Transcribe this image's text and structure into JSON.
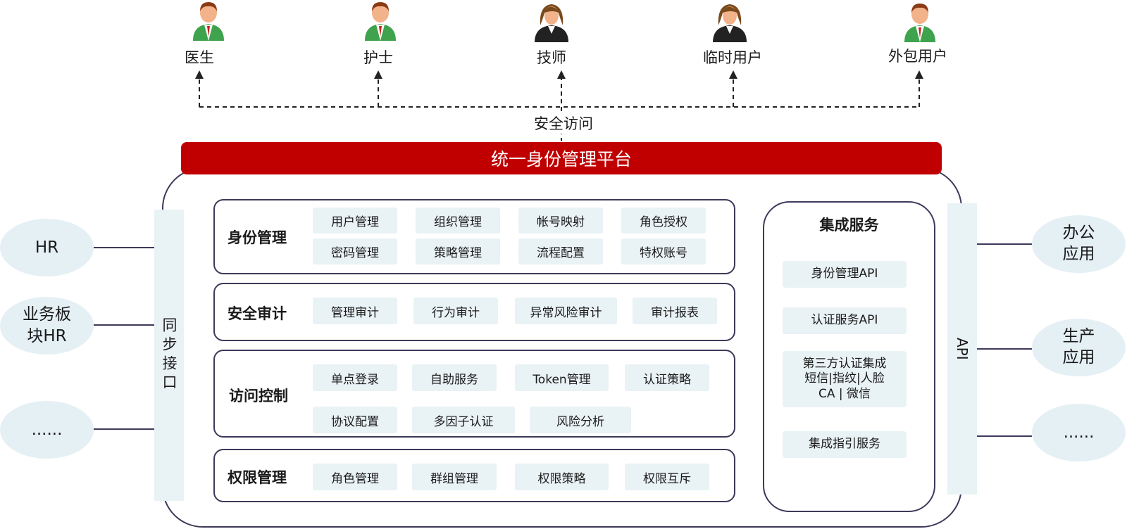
{
  "users": [
    {
      "label": "医生",
      "icon": "male-user-icon"
    },
    {
      "label": "护士",
      "icon": "male-user-icon"
    },
    {
      "label": "技师",
      "icon": "female-user-icon"
    },
    {
      "label": "临时用户",
      "icon": "female-user-icon"
    },
    {
      "label": "外包用户",
      "icon": "male-user-icon"
    }
  ],
  "access_label": "安全访问",
  "platform_title": "统一身份管理平台",
  "left_sources": [
    "HR",
    "业务板块HR",
    "......"
  ],
  "left_interface": "同步接口",
  "right_targets": [
    "办公应用",
    "生产应用",
    "......"
  ],
  "right_interface": "API",
  "modules": [
    {
      "title": "身份管理",
      "items": [
        "用户管理",
        "组织管理",
        "帐号映射",
        "角色授权",
        "密码管理",
        "策略管理",
        "流程配置",
        "特权账号"
      ]
    },
    {
      "title": "安全审计",
      "items": [
        "管理审计",
        "行为审计",
        "异常风险审计",
        "审计报表"
      ]
    },
    {
      "title": "访问控制",
      "items": [
        "单点登录",
        "自助服务",
        "Token管理",
        "认证策略",
        "协议配置",
        "多因子认证",
        "风险分析"
      ]
    },
    {
      "title": "权限管理",
      "items": [
        "角色管理",
        "群组管理",
        "权限策略",
        "权限互斥"
      ]
    }
  ],
  "integration": {
    "title": "集成服务",
    "items": [
      "身份管理API",
      "认证服务API",
      "第三方认证集成",
      "短信|指纹|人脸",
      "CA | 微信",
      "集成指引服务"
    ]
  },
  "colors": {
    "accent": "#c00000",
    "chip_bg": "#e9f2f5",
    "oval_bg": "#e5f0f5",
    "border": "#3c3a5a"
  }
}
